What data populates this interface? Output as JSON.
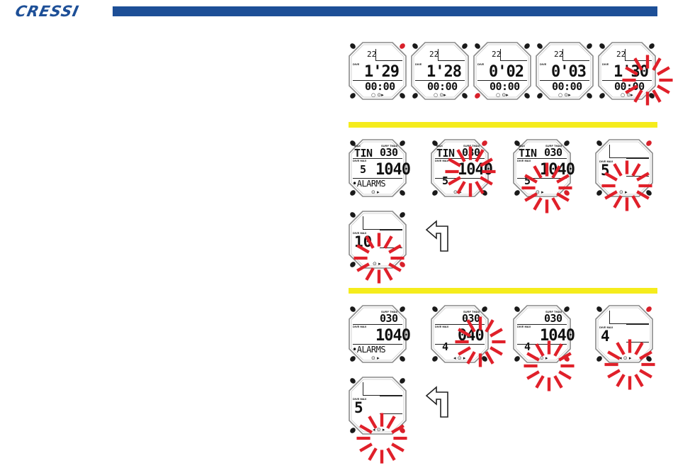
{
  "brand": {
    "logo_text": "CRESSI"
  },
  "colors": {
    "brand_blue": "#1d4f97",
    "section_yellow": "#f5ec1c",
    "flash_red": "#e0202a",
    "active_button_red": "#d8202a"
  },
  "rows": [
    {
      "watches": [
        {
          "top": "22",
          "label": "DIVE",
          "main": "1'29",
          "bottom": "00:00",
          "glyphs": "○ ⊙▸"
        },
        {
          "top": "22",
          "label": "DIVE",
          "main": "1'28",
          "bottom": "00:00",
          "glyphs": "○ ⊙▸"
        },
        {
          "top": "22",
          "label": "DIVE",
          "main": "0'02",
          "bottom": "00:00",
          "glyphs": "○ ⊙▸"
        },
        {
          "top": "22",
          "label": "DIVE",
          "main": "0'03",
          "bottom": "00:00",
          "glyphs": "○ ⊙▸"
        },
        {
          "top": "22",
          "label": "DIVE",
          "main": "1'30",
          "bottom": "00:00",
          "glyphs": "○ ⊙▸"
        }
      ]
    },
    {
      "watches": [
        {
          "label_max": "MAX",
          "label_surf": "SURF TMAX",
          "tl": "TIN",
          "tr": "030",
          "label_dive": "DIVE MAX",
          "ml": "5",
          "mr": "1040",
          "row": "•ALARMS",
          "glyphs": "⊙ ▸"
        },
        {
          "label_max": "MAX",
          "label_surf": "SURF TMAX",
          "tl": "TIN",
          "tr": "030",
          "label_dive": "DIVE MAX",
          "ml": "5",
          "mr": "1040",
          "glyphs": "⊙ ▸"
        },
        {
          "label_max": "MAX",
          "label_surf": "SURF TMAX",
          "tl": "TIN",
          "tr": "030",
          "label_dive": "DIVE MAX",
          "ml": "5",
          "mr": "1040",
          "glyphs": "⊙ ▸"
        },
        {
          "label_dive": "DIVE MAX",
          "big": "5",
          "glyphs": "⊙ ▸"
        }
      ]
    },
    {
      "watches": [
        {
          "label_dive": "DIVE MAX",
          "big": "10",
          "glyphs": "⊙ ▸"
        }
      ]
    },
    {
      "watches": [
        {
          "label_surf": "SURF TMAX",
          "tr": "030",
          "label_dive": "DIVE MAX",
          "mr": "1040",
          "row": "•ALARMS",
          "glyphs": "⊙ ▸"
        },
        {
          "label_surf": "SURF TMAX",
          "tr": "030",
          "label_dive": "DIVE MAX",
          "mr": "040",
          "ml": "4",
          "glyphs": "◂ ⊙ ▸"
        },
        {
          "label_surf": "SURF TMAX",
          "tr": "030",
          "label_dive": "DIVE MAX",
          "mr": "1040",
          "ml": "4",
          "glyphs": "◂ ⊙ ▸"
        },
        {
          "label_dive": "DIVE MAX",
          "big": "4",
          "glyphs": "◂ ⊙ ▸"
        }
      ]
    },
    {
      "watches": [
        {
          "label_dive": "DIVE MAX",
          "big": "5",
          "glyphs": "◂ ⊙ ▸"
        }
      ]
    }
  ]
}
